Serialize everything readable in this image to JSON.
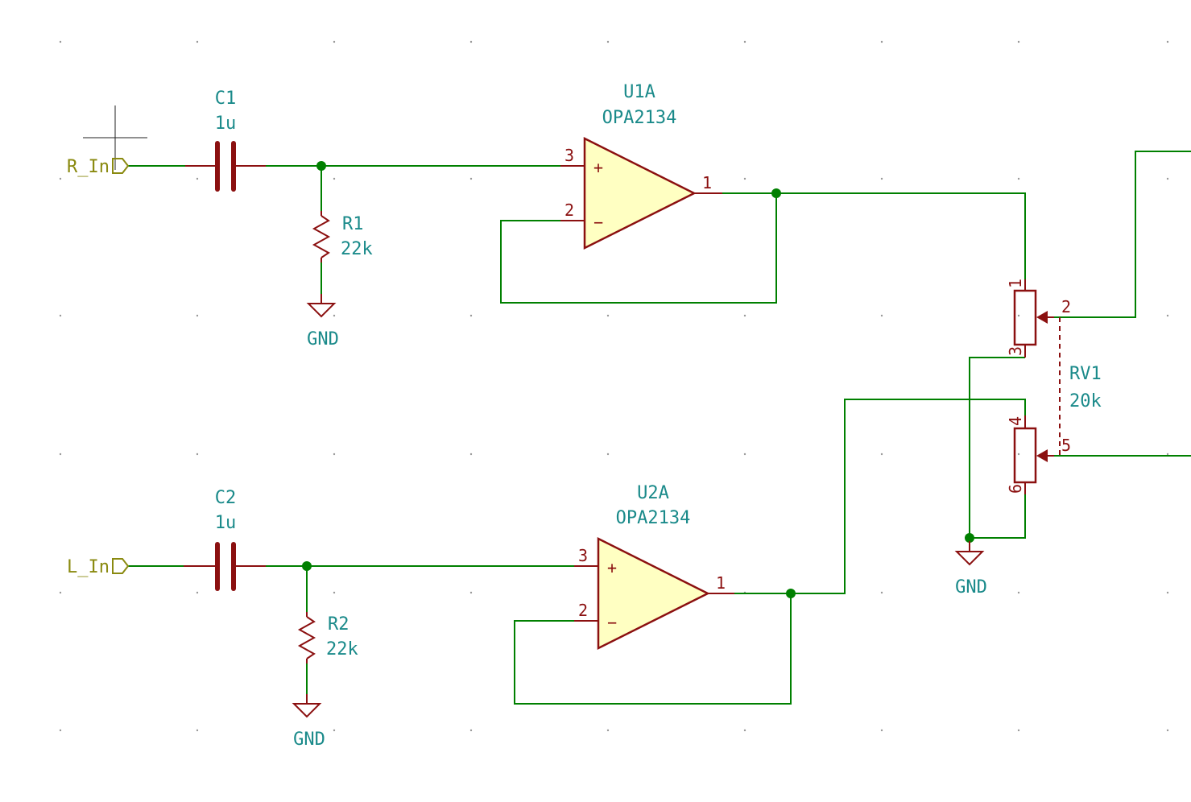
{
  "schematic": {
    "labels": {
      "r_in": "R_In",
      "l_in": "L_In"
    },
    "c1": {
      "ref": "C1",
      "value": "1u"
    },
    "c2": {
      "ref": "C2",
      "value": "1u"
    },
    "r1": {
      "ref": "R1",
      "value": "22k"
    },
    "r2": {
      "ref": "R2",
      "value": "22k"
    },
    "u1": {
      "ref": "U1A",
      "value": "OPA2134",
      "pin_plus": "3",
      "pin_minus": "2",
      "pin_out": "1",
      "plus_sign": "+",
      "minus_sign": "−"
    },
    "u2": {
      "ref": "U2A",
      "value": "OPA2134",
      "pin_plus": "3",
      "pin_minus": "2",
      "pin_out": "1",
      "plus_sign": "+",
      "minus_sign": "−"
    },
    "rv1": {
      "ref": "RV1",
      "value": "20k",
      "pins": [
        "1",
        "2",
        "3",
        "4",
        "5",
        "6"
      ]
    },
    "gnd": {
      "g1": "GND",
      "g2": "GND",
      "g3": "GND"
    }
  },
  "colors": {
    "wire": "#008000",
    "symbol": "#8b1010",
    "symbol_fill": "#ffffc2",
    "reference_text": "#1a8a8a",
    "label_text": "#8a8a10"
  }
}
